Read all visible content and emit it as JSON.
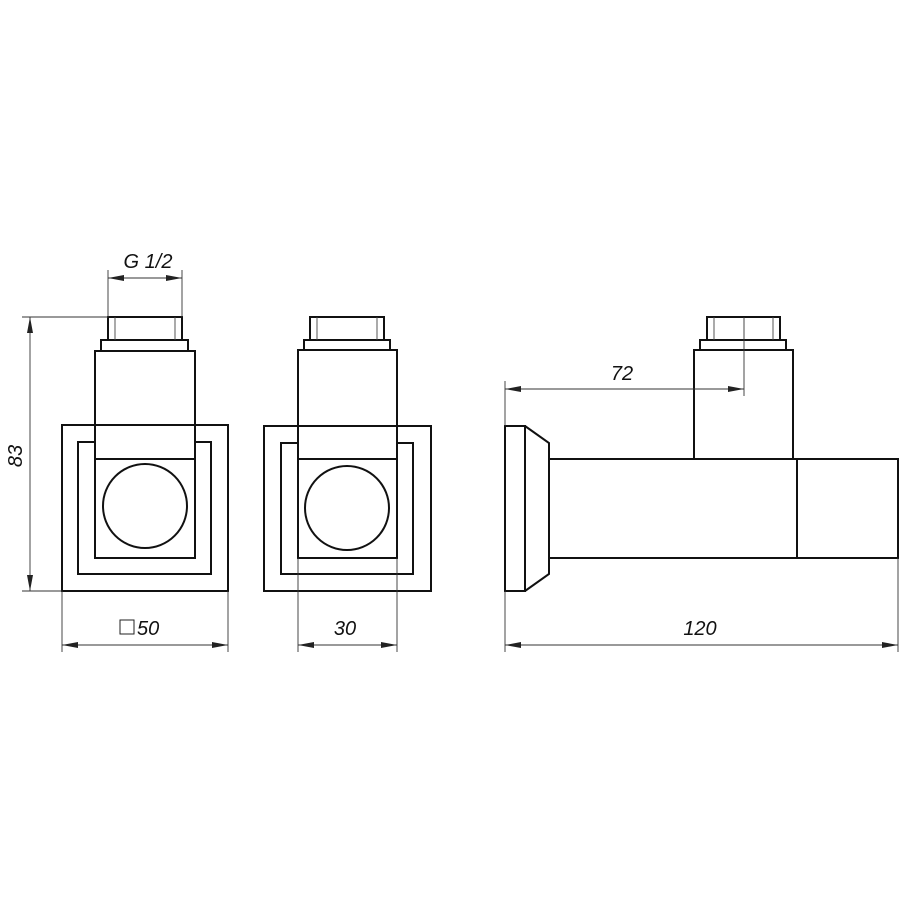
{
  "drawing": {
    "type": "technical-drawing",
    "subject": "angle radiator valve, square design",
    "stroke_color": "#111111",
    "background": "#ffffff"
  },
  "views": {
    "front": {
      "dimensions": {
        "height": "83",
        "thread": "G 1/2",
        "square_size_symbol": "□",
        "square_size": "50"
      }
    },
    "side_narrow": {
      "dimensions": {
        "body_width": "30"
      }
    },
    "side_long": {
      "dimensions": {
        "axis_offset": "72",
        "overall_length": "120"
      }
    }
  }
}
